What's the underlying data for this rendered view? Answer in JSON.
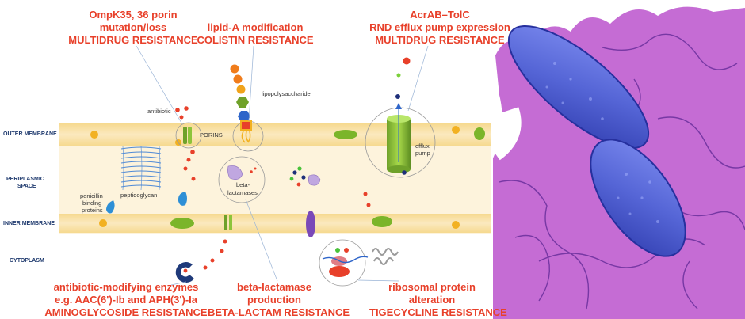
{
  "colors": {
    "membrane": "#fbe7b8",
    "membrane_band": "#f6d98f",
    "annotation_red": "#e8402a",
    "region_label": "#1f3a6e",
    "bacterium_blue": "#5c6ed8",
    "background_purple": "#c56cd4"
  },
  "annotations": {
    "porin": {
      "line1": "OmpK35, 36 porin",
      "line2": "mutation/loss",
      "line3": "MULTIDRUG RESISTANCE"
    },
    "lipid_a": {
      "line1": "lipid-A modification",
      "line2": "COLISTIN RESISTANCE"
    },
    "efflux": {
      "line1": "AcrAB–TolC",
      "line2": "RND efflux pump expression",
      "line3": "MULTIDRUG RESISTANCE"
    },
    "enzymes": {
      "line1": "antibiotic-modifying enzymes",
      "line2": "e.g. AAC(6')-Ib and APH(3')-Ia",
      "line3": "AMINOGLYCOSIDE RESISTANCE"
    },
    "beta_lactamase": {
      "line1": "beta-lactamase",
      "line2": "production",
      "line3": "BETA-LACTAM RESISTANCE"
    },
    "ribosomal": {
      "line1": "ribosomal protein",
      "line2": "alteration",
      "line3": "TIGECYCLINE RESISTANCE"
    }
  },
  "regions": {
    "outer_membrane": "OUTER MEMBRANE",
    "periplasmic_1": "PERIPLASMIC",
    "periplasmic_2": "SPACE",
    "inner_membrane": "INNER MEMBRANE",
    "cytoplasm": "CYTOPLASM"
  },
  "labels": {
    "antibiotic": "antibiotic",
    "porins": "PORINS",
    "lipopolysaccharide": "lipopolysaccharide",
    "efflux_1": "efflux",
    "efflux_2": "pump",
    "peptidoglycan": "peptidoglycan",
    "pbp_1": "penicillin",
    "pbp_2": "binding",
    "pbp_3": "proteins",
    "beta_1": "beta-",
    "beta_2": "lactamases"
  }
}
